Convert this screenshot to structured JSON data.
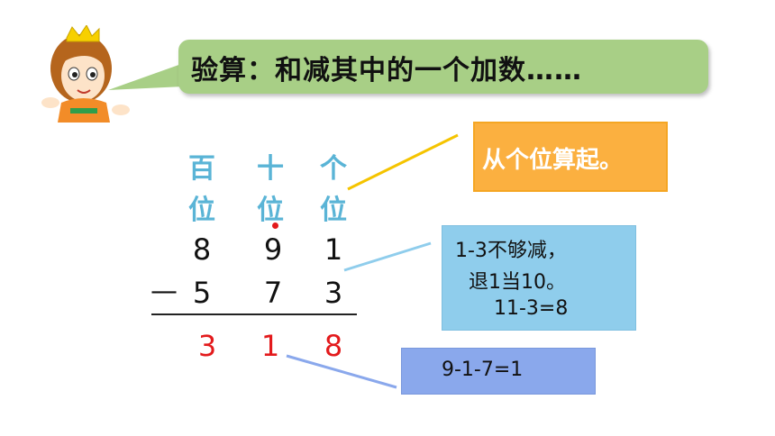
{
  "bubble": {
    "text": "验算：和减其中的一个加数……"
  },
  "place_values": {
    "hundreds": [
      "百",
      "位"
    ],
    "tens": [
      "十",
      "位"
    ],
    "ones": [
      "个",
      "位"
    ]
  },
  "calculation": {
    "minuend": [
      "8",
      "9",
      "1"
    ],
    "operator": "—",
    "subtrahend": [
      "5",
      "7",
      "3"
    ],
    "result": [
      "3",
      "1",
      "8"
    ]
  },
  "hints": {
    "orange": "从个位算起。",
    "blue1": [
      "1-3不够减，",
      "退1当10。",
      "11-3=8"
    ],
    "blue2": "9-1-7=1"
  },
  "colors": {
    "bubble": "#a8cf86",
    "place_value": "#5ab4d6",
    "result": "#e31a1c",
    "orange_box": "#fbb040",
    "blue_box_1": "#8fcdec",
    "blue_box_2": "#8aa8ec"
  }
}
